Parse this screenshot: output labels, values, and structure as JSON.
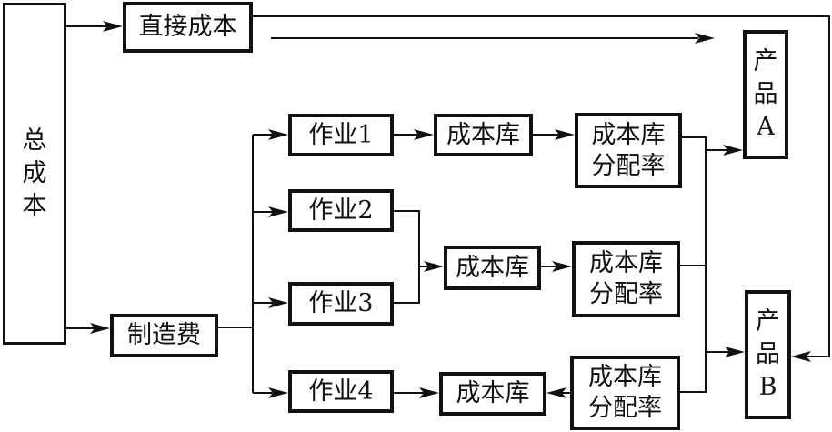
{
  "diagram": {
    "type": "flowchart",
    "nodes": {
      "total_cost": {
        "label_chars": [
          "总",
          "成",
          "本"
        ]
      },
      "direct_cost": {
        "label": "直接成本"
      },
      "overhead": {
        "label": "制造费"
      },
      "activity1": {
        "label": "作业1"
      },
      "activity2": {
        "label": "作业2"
      },
      "activity3": {
        "label": "作业3"
      },
      "activity4": {
        "label": "作业4"
      },
      "cost_pool1": {
        "label": "成本库"
      },
      "cost_pool2": {
        "label": "成本库"
      },
      "cost_pool3": {
        "label": "成本库"
      },
      "rate1": {
        "line1": "成本库",
        "line2": "分配率"
      },
      "rate2": {
        "line1": "成本库",
        "line2": "分配率"
      },
      "rate3": {
        "line1": "成本库",
        "line2": "分配率"
      },
      "product_a": {
        "label_chars": [
          "产",
          "品",
          "A"
        ]
      },
      "product_b": {
        "label_chars": [
          "产",
          "品",
          "B"
        ]
      }
    },
    "edges": [
      {
        "from": "total_cost",
        "to": "direct_cost"
      },
      {
        "from": "total_cost",
        "to": "overhead"
      },
      {
        "from": "direct_cost",
        "to": "product_a"
      },
      {
        "from": "direct_cost",
        "to": "product_b"
      },
      {
        "from": "overhead",
        "to": "activity1"
      },
      {
        "from": "overhead",
        "to": "activity2"
      },
      {
        "from": "overhead",
        "to": "activity3"
      },
      {
        "from": "overhead",
        "to": "activity4"
      },
      {
        "from": "activity1",
        "to": "cost_pool1"
      },
      {
        "from": "cost_pool1",
        "to": "rate1"
      },
      {
        "from": "activity2",
        "to": "cost_pool2"
      },
      {
        "from": "activity3",
        "to": "cost_pool2"
      },
      {
        "from": "cost_pool2",
        "to": "rate2"
      },
      {
        "from": "activity4",
        "to": "cost_pool3"
      },
      {
        "from": "rate3",
        "to": "cost_pool3"
      },
      {
        "from": "rate1",
        "to": "product_a"
      },
      {
        "from": "rate1",
        "to": "product_b"
      },
      {
        "from": "rate2",
        "to": "product_b"
      },
      {
        "from": "rate3",
        "to": "product_b"
      }
    ]
  }
}
